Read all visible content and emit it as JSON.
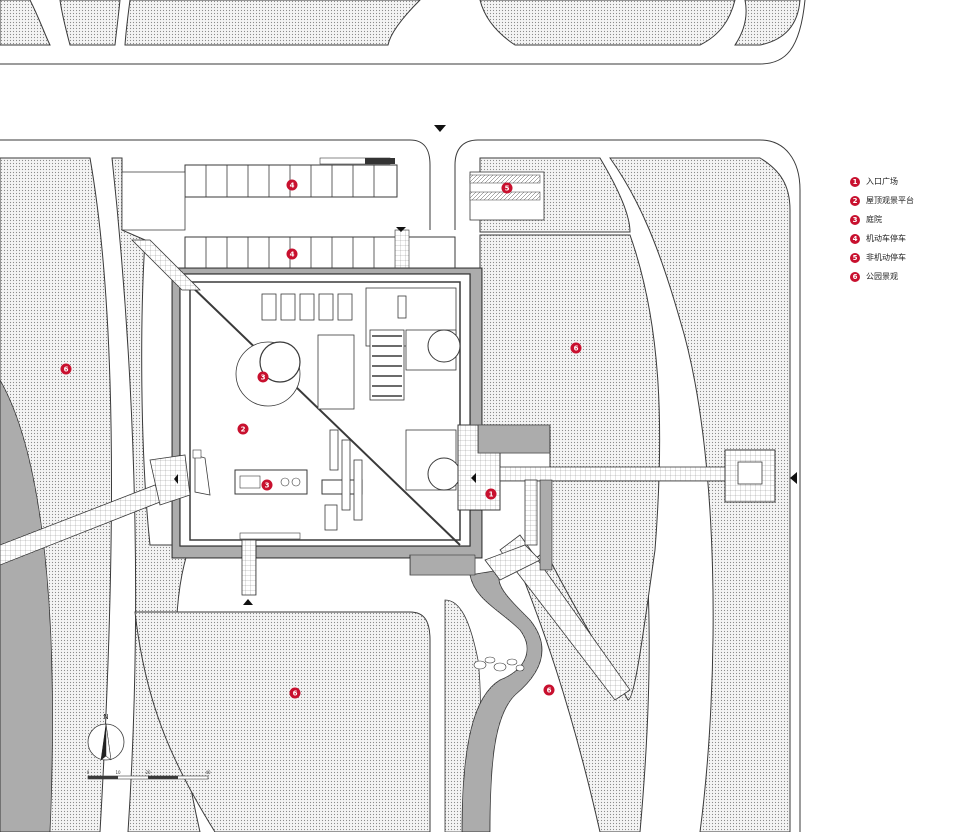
{
  "legend": [
    {
      "num": "1",
      "label": "入口广场"
    },
    {
      "num": "2",
      "label": "屋顶观景平台"
    },
    {
      "num": "3",
      "label": "庭院"
    },
    {
      "num": "4",
      "label": "机动车停车"
    },
    {
      "num": "5",
      "label": "非机动停车"
    },
    {
      "num": "6",
      "label": "公园景观"
    }
  ],
  "markers": [
    "4",
    "4",
    "5",
    "6",
    "6",
    "3",
    "2",
    "3",
    "1",
    "6",
    "6"
  ],
  "north_label": "N",
  "scale_labels": [
    "0",
    "10",
    "20",
    "40"
  ],
  "colors": {
    "accent": "#c8102e",
    "line": "#3a3a3a",
    "dot_fill": "#e8e8e8"
  }
}
